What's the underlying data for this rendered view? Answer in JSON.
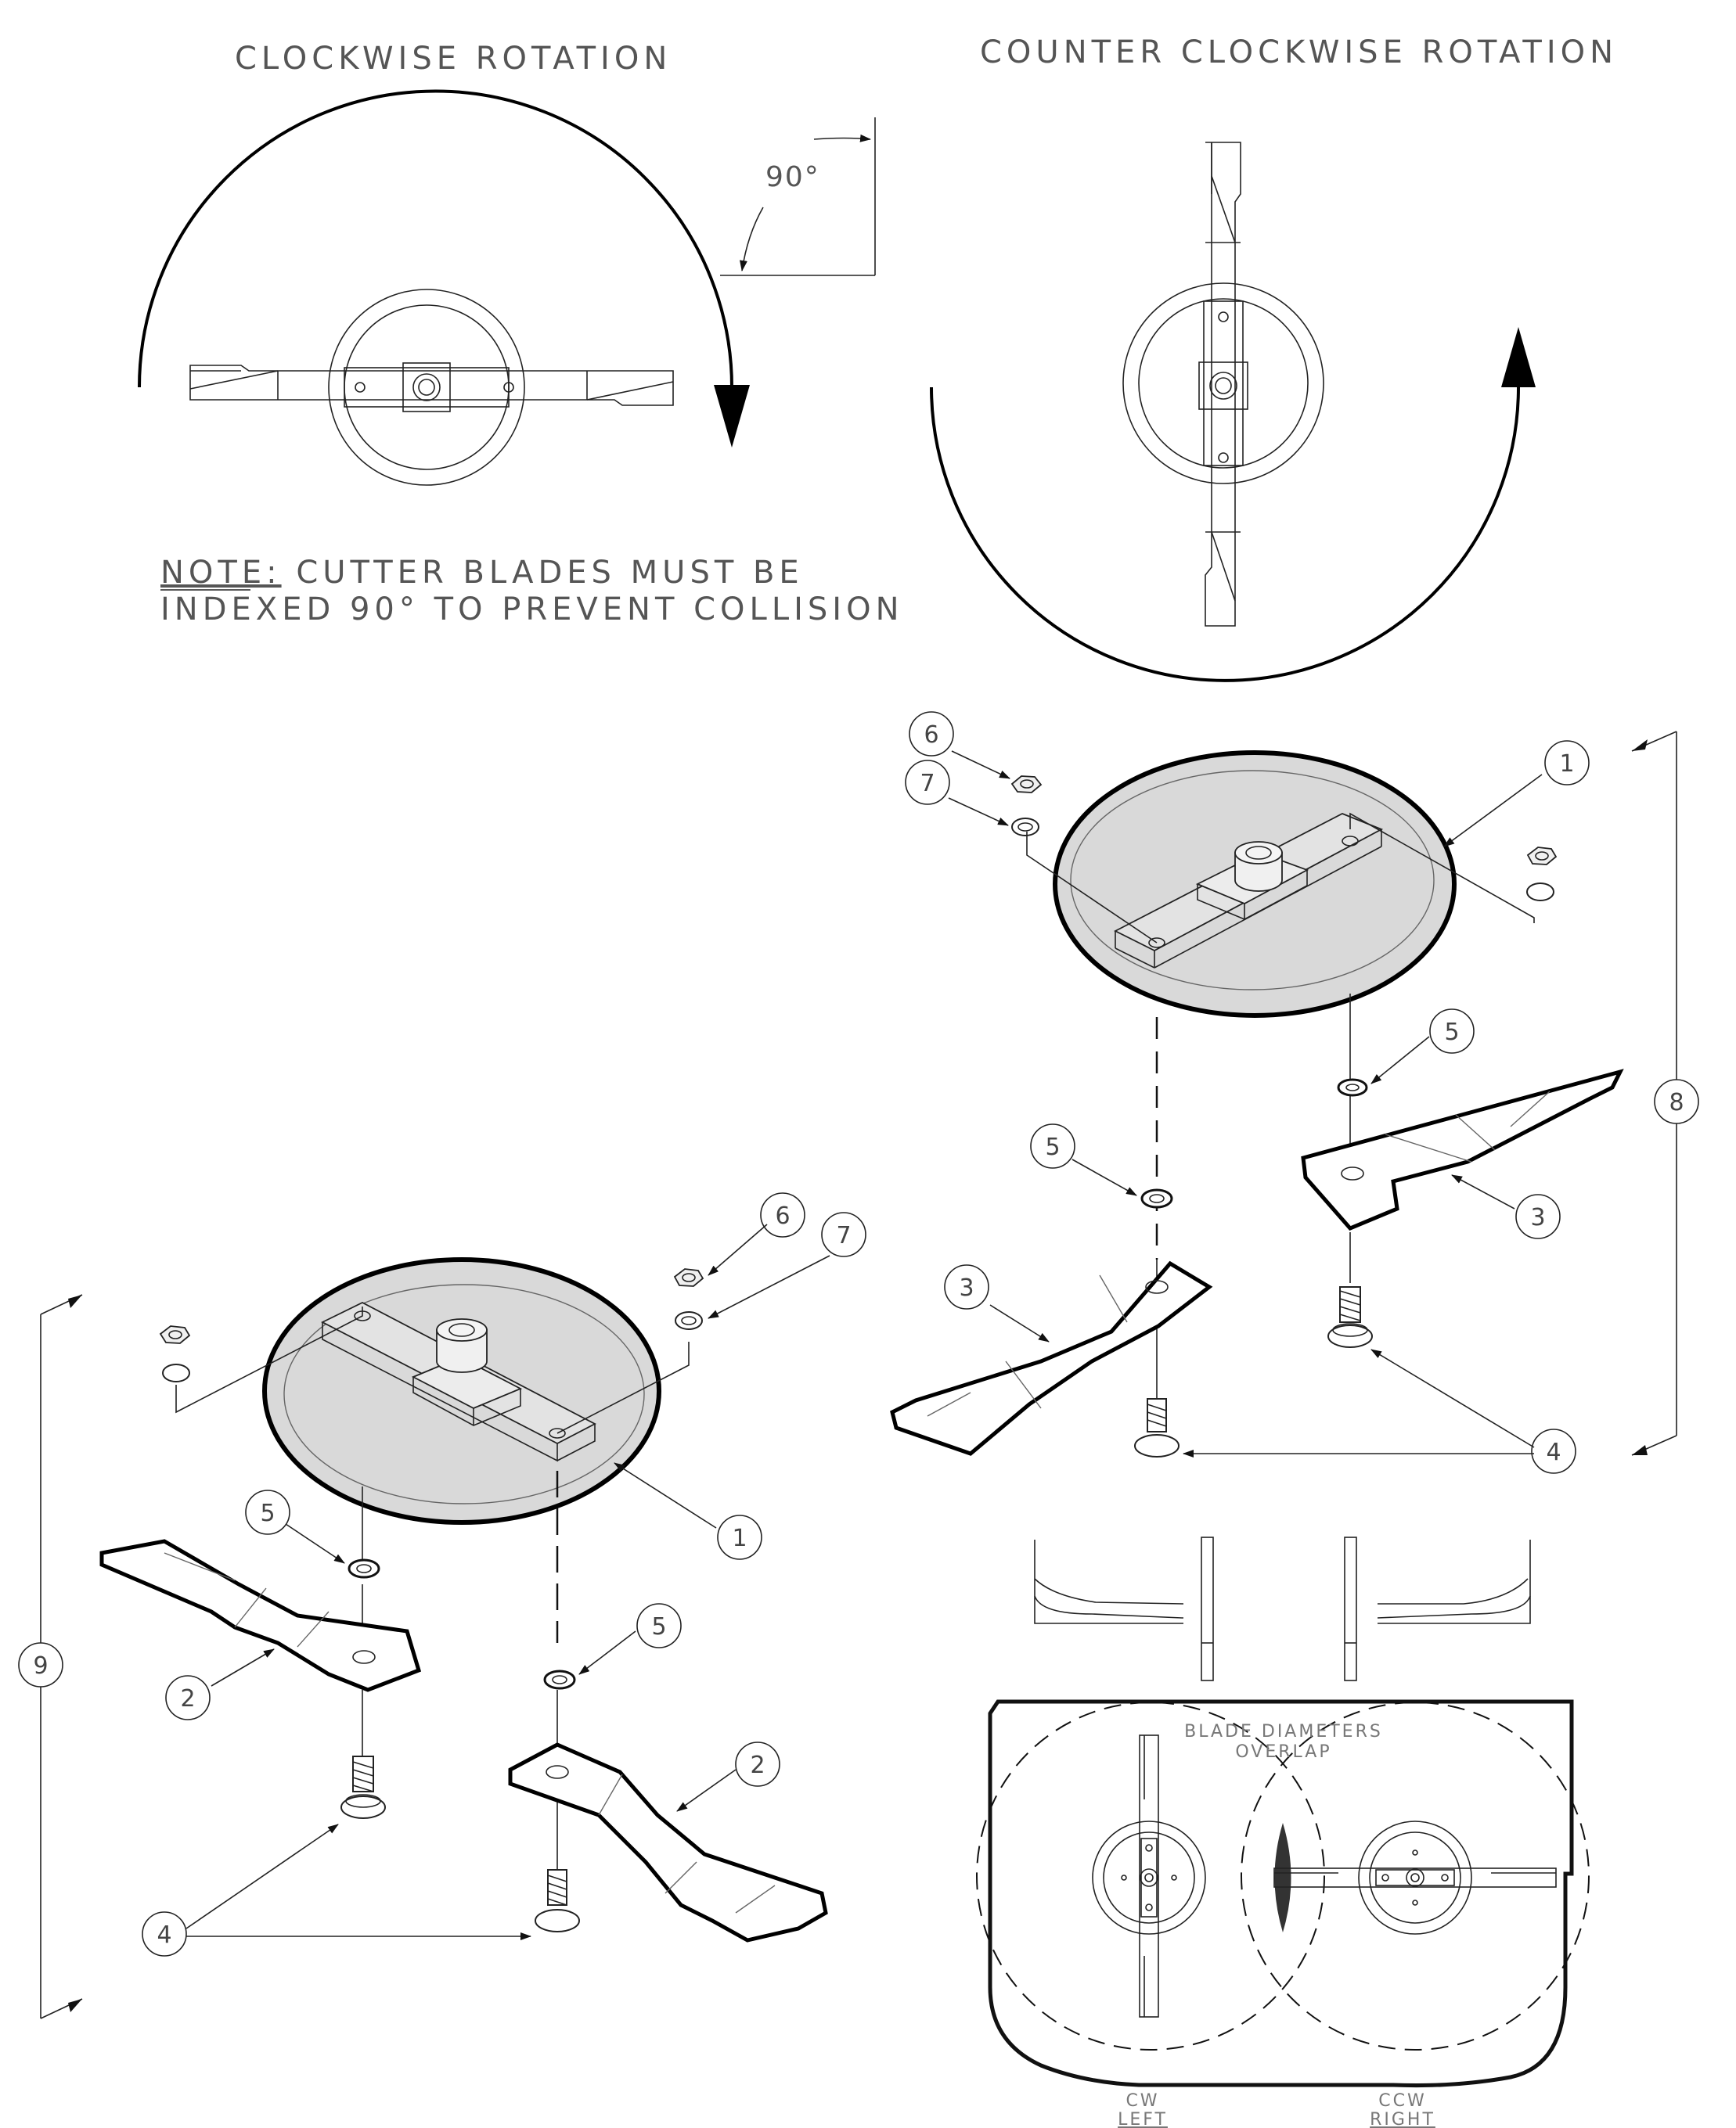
{
  "labels": {
    "cw_title": "CLOCKWISE ROTATION",
    "ccw_title": "COUNTER CLOCKWISE ROTATION",
    "angle": "90°",
    "note_prefix": "NOTE:",
    "note_line1": "CUTTER BLADES MUST BE",
    "note_line2": "INDEXED 90° TO PREVENT COLLISION",
    "overlap_line1": "BLADE DIAMETERS",
    "overlap_line2": "OVERLAP",
    "cw_short": "CW",
    "left": "LEFT",
    "ccw_short": "CCW",
    "right": "RIGHT"
  },
  "callouts": {
    "c1": "1",
    "c2": "2",
    "c3": "3",
    "c4": "4",
    "c5": "5",
    "c6": "6",
    "c7": "7",
    "c8": "8",
    "c9": "9"
  },
  "colors": {
    "disc_fill": "#d9d9d9",
    "line": "#111111",
    "overlap_fill": "#333333"
  }
}
